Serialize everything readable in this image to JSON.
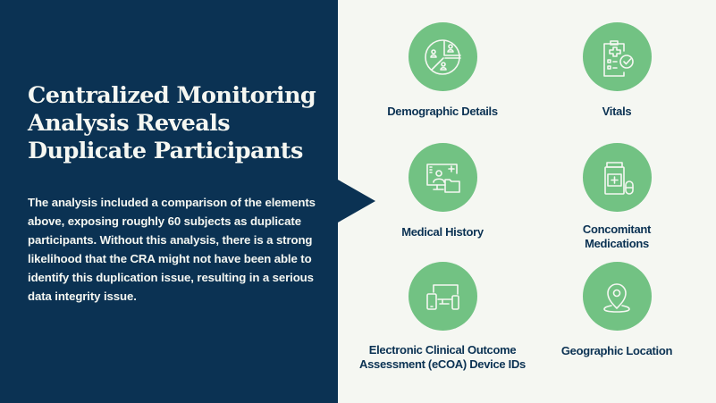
{
  "title": "Centralized Monitoring Analysis Reveals Duplicate Participants",
  "body": "The analysis included a comparison of the elements above, exposing roughly 60 subjects as duplicate participants. Without this analysis, there is a strong likelihood that the CRA might not have been able to identify this duplication issue, resulting in a serious data integrity issue.",
  "items": [
    {
      "label": "Demographic Details",
      "icon": "pie-chart-people-icon"
    },
    {
      "label": "Vitals",
      "icon": "clipboard-check-icon"
    },
    {
      "label": "Medical History",
      "icon": "monitor-folder-icon"
    },
    {
      "label": "Concomitant Medications",
      "icon": "pill-bottle-icon"
    },
    {
      "label": "Electronic Clinical Outcome Assessment (eCOA) Device IDs",
      "icon": "devices-icon"
    },
    {
      "label": "Geographic Location",
      "icon": "map-pin-icon"
    }
  ],
  "colors": {
    "navy": "#0b3253",
    "green": "#72c283",
    "background": "#f5f7f2"
  }
}
